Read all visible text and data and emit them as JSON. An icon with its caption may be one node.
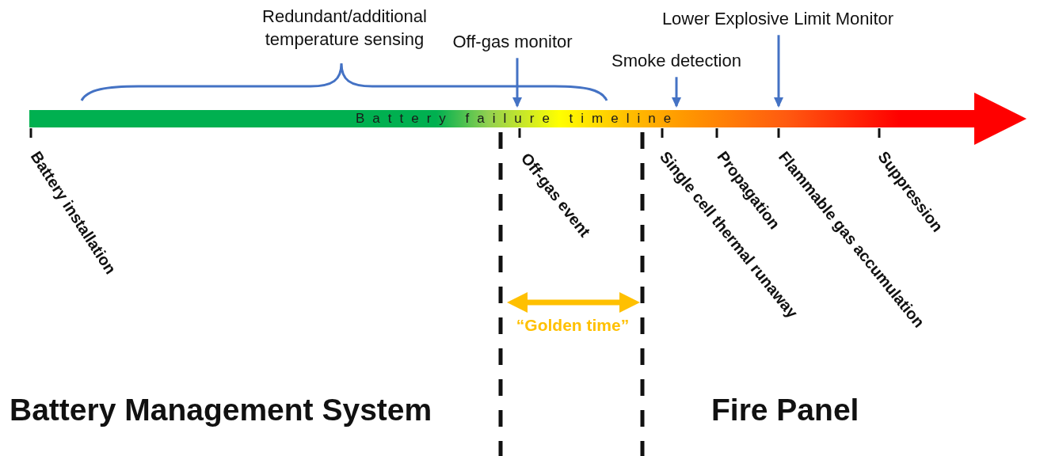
{
  "diagram": {
    "nodes": [
      {
        "text": [
          "Off-gas monitor"
        ]
      },
      {
        "text": [
          "Smoke detection"
        ]
      },
      {
        "text": [
          "Lower Explosive Limit Monitor"
        ]
      },
      {
        "text": [
          "Battery failure timeline"
        ]
      }
    ],
    "edges": [
      {
        "from": 0,
        "to": 3,
        "arrow": "to"
      },
      {
        "from": 1,
        "to": 3,
        "arrow": "to"
      },
      {
        "from": 2,
        "to": 3,
        "arrow": "to"
      }
    ],
    "labels": [
      "Redundant/additional temperature sensing",
      "Battery installation",
      "Off-gas event",
      "Single cell thermal runaway",
      "Propagation",
      "Flammable gas accumulation",
      "Suppression",
      "“Golden time”",
      "Battery Management System",
      "Fire Panel"
    ]
  }
}
